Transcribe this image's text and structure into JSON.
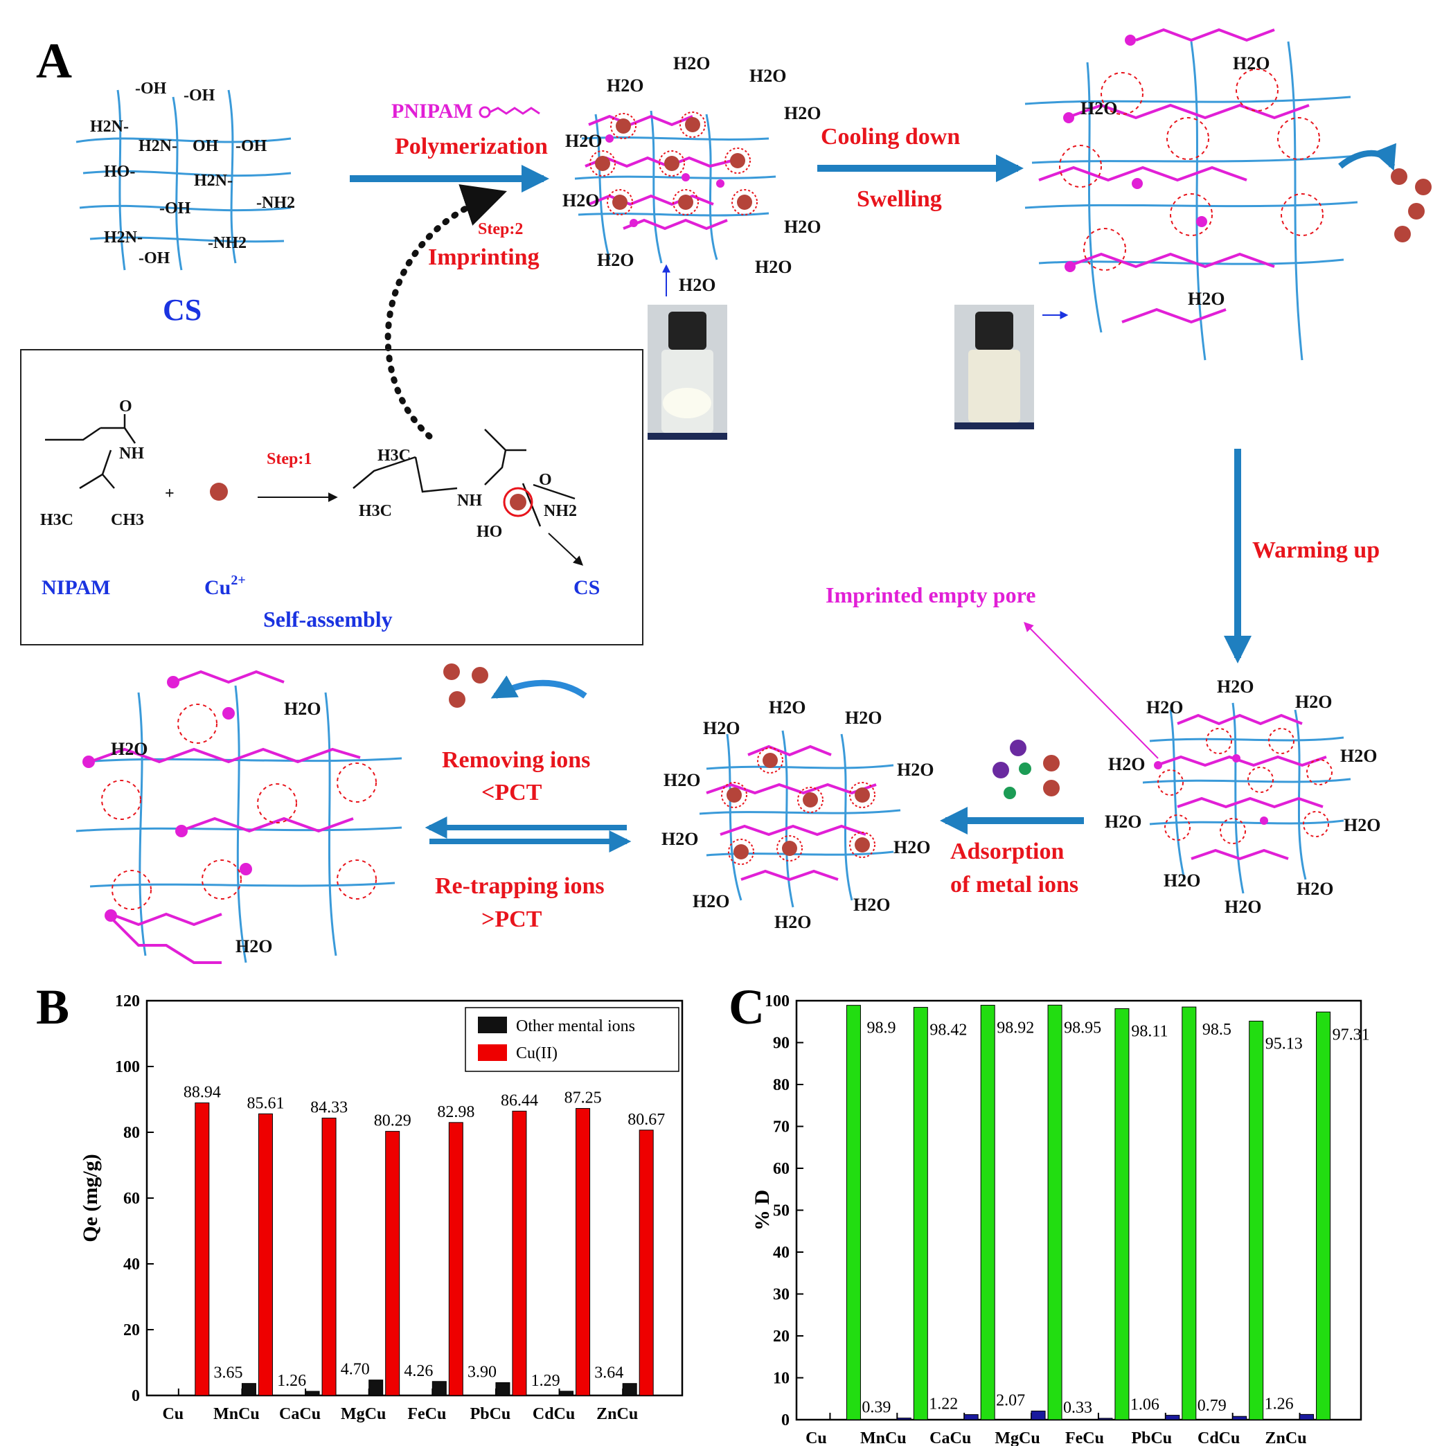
{
  "panels": {
    "a": "A",
    "b": "B",
    "c": "C"
  },
  "scheme": {
    "cs_label": "CS",
    "cs_groups": [
      "-OH",
      "-OH",
      "H2N-",
      "H2N-",
      "OH",
      "-OH",
      "HO-",
      "H2N-",
      "-NH2",
      "-OH",
      "H2N-",
      "-NH2",
      "-OH"
    ],
    "pnipam": "PNIPAM",
    "polymerization": "Polymerization",
    "step2": "Step:2",
    "imprinting": "Imprinting",
    "cooling": "Cooling down",
    "swelling": "Swelling",
    "warming": "Warming up",
    "imprinted_pore": "Imprinted empty pore",
    "adsorption_line1": "Adsorption",
    "adsorption_line2": "of metal ions",
    "removing_line1": "Removing ions",
    "removing_line2": "<PCT",
    "retrapping_line1": "Re-trapping ions",
    "retrapping_line2": ">PCT",
    "water": "H2O",
    "inset": {
      "step1": "Step:1",
      "nipam": "NIPAM",
      "cu": "Cu",
      "cu_charge": "2+",
      "cs": "CS",
      "self_assembly": "Self-assembly",
      "plus": "+",
      "o": "O",
      "nh": "NH",
      "nh2": "NH2",
      "ho": "HO",
      "h3c": "H3C",
      "ch3": "CH3"
    }
  },
  "colors": {
    "network": "#3a9ad9",
    "pnipam": "#e11fd6",
    "accent_red": "#e8141c",
    "label_blue": "#1a33e0",
    "arrow_blue": "#1f7fc0",
    "ion": "#b5443a",
    "bar_red": "#ee0000",
    "bar_black": "#111111",
    "bar_green": "#22dd11",
    "bar_blue": "#1a1a9e"
  },
  "chart_data": [
    {
      "type": "bar",
      "categories": [
        "Cu",
        "MnCu",
        "CaCu",
        "MgCu",
        "FeCu",
        "PbCu",
        "CdCu",
        "ZnCu"
      ],
      "series": [
        {
          "name": "Other mental ions",
          "values": [
            0,
            3.65,
            1.26,
            4.7,
            4.26,
            3.9,
            1.29,
            3.64
          ],
          "labels": [
            "",
            "3.65",
            "1.26",
            "4.70",
            "4.26",
            "3.90",
            "1.29",
            "3.64"
          ]
        },
        {
          "name": "Cu(II)",
          "values": [
            88.94,
            85.61,
            84.33,
            80.29,
            82.98,
            86.44,
            87.25,
            80.67
          ],
          "labels": [
            "88.94",
            "85.61",
            "84.33",
            "80.29",
            "82.98",
            "86.44",
            "87.25",
            "80.67"
          ]
        }
      ],
      "ylabel": "Qe (mg/g)",
      "ylim": [
        0,
        120
      ],
      "yticks": [
        "0",
        "20",
        "40",
        "60",
        "80",
        "100",
        "120"
      ],
      "legend": "top-right"
    },
    {
      "type": "bar",
      "categories": [
        "Cu",
        "MnCu",
        "CaCu",
        "MgCu",
        "FeCu",
        "PbCu",
        "CdCu",
        "ZnCu"
      ],
      "series": [
        {
          "values": [
            0,
            0.39,
            1.22,
            2.07,
            0.33,
            1.06,
            0.79,
            1.26
          ],
          "labels": [
            "",
            "0.39",
            "1.22",
            "2.07",
            "0.33",
            "1.06",
            "0.79",
            "1.26"
          ]
        },
        {
          "values": [
            98.9,
            98.42,
            98.92,
            98.95,
            98.11,
            98.5,
            95.13,
            97.31
          ],
          "labels": [
            "98.9",
            "98.42",
            "98.92",
            "98.95",
            "98.11",
            "98.5",
            "95.13",
            "97.31"
          ]
        }
      ],
      "ylabel": "% D",
      "ylim": [
        0,
        100
      ],
      "yticks": [
        "0",
        "10",
        "20",
        "30",
        "40",
        "50",
        "60",
        "70",
        "80",
        "90",
        "100"
      ]
    }
  ]
}
